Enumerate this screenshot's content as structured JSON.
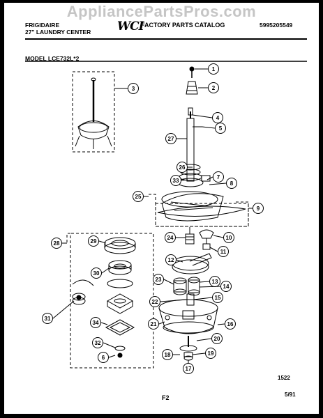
{
  "watermark": "AppliancePartsPros.com",
  "header": {
    "brand": "FRIGIDAIRE",
    "product": "27\" LAUNDRY CENTER",
    "logo_text": "WCI",
    "catalog_title": "FACTORY PARTS CATALOG",
    "catalog_number": "5995205549",
    "model": "MODEL LCE732L*2"
  },
  "callouts": [
    "1",
    "2",
    "3",
    "4",
    "5",
    "27",
    "26",
    "7",
    "33",
    "8",
    "25",
    "9",
    "28",
    "29",
    "24",
    "10",
    "11",
    "30",
    "12",
    "23",
    "13",
    "14",
    "31",
    "22",
    "15",
    "34",
    "21",
    "16",
    "32",
    "20",
    "6",
    "18",
    "19",
    "17"
  ],
  "footer": {
    "figure_number": "1522",
    "page_label": "F2",
    "date": "5/91"
  },
  "colors": {
    "ink": "#000000",
    "paper": "#ffffff",
    "border": "#000000"
  }
}
